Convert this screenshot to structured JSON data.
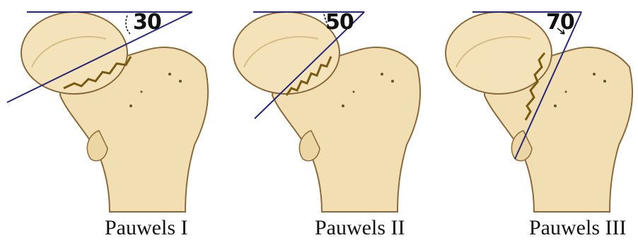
{
  "panels": [
    {
      "angle": "30",
      "caption": "Pauwels I"
    },
    {
      "angle": "50",
      "caption": "Pauwels II"
    },
    {
      "angle": "70",
      "caption": "Pauwels III"
    }
  ],
  "colors": {
    "bone": "#f1dfb3",
    "bone_shade": "#d8bd86",
    "outline": "#8a6a3a",
    "fracture": "#7a5a10",
    "reference_line": "#27277a"
  }
}
